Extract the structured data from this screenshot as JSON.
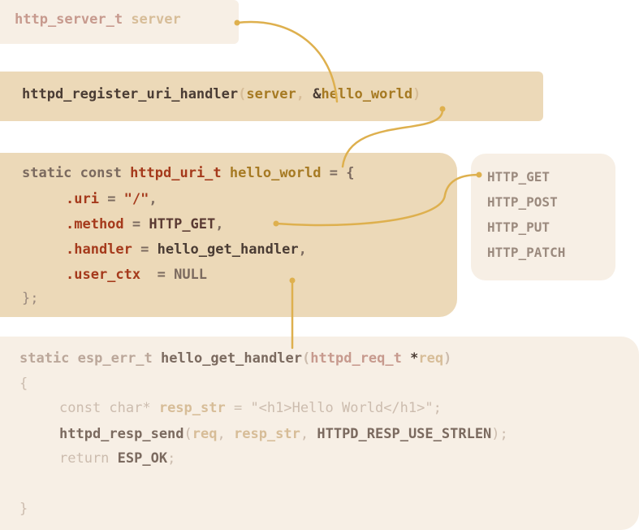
{
  "box1": {
    "type": "http_server_t",
    "name": "server"
  },
  "box2": {
    "func": "httpd_register_uri_handler",
    "open": "(",
    "arg1": "server",
    "sep": ", ",
    "amp": "&",
    "arg2": "hello_world",
    "close": ")"
  },
  "box3": {
    "kw": "static const ",
    "type": "httpd_uri_t",
    "name": "hello_world",
    "assign": " = {",
    "uri_key": ".uri",
    "uri_eq": " = ",
    "uri_val": "\"/\"",
    "uri_comma": ",",
    "method_key": ".method",
    "method_eq": " = ",
    "method_val": "HTTP_GET",
    "method_comma": ",",
    "handler_key": ".handler",
    "handler_eq": " = ",
    "handler_val": "hello_get_handler",
    "handler_comma": ",",
    "ctx_key": ".user_ctx",
    "ctx_eq": "  = ",
    "ctx_val": "NULL",
    "end": "};"
  },
  "methods": [
    "HTTP_GET",
    "HTTP_POST",
    "HTTP_PUT",
    "HTTP_PATCH"
  ],
  "box5": {
    "kw": "static ",
    "ret": "esp_err_t ",
    "fname": "hello_get_handler",
    "open": "(",
    "ptype": "httpd_req_t",
    "star": " *",
    "pname": "req",
    "close": ")",
    "brace_open": "{",
    "l1_kw": "const char* ",
    "l1_var": "resp_str",
    "l1_eq": " = ",
    "l1_str": "\"<h1>Hello World</h1>\"",
    "l1_semi": ";",
    "l2_fn": "httpd_resp_send",
    "l2_open": "(",
    "l2_a1": "req",
    "l2_sep1": ", ",
    "l2_a2": "resp_str",
    "l2_sep2": ", ",
    "l2_a3": "HTTPD_RESP_USE_STRLEN",
    "l2_close": ")",
    "l2_semi": ";",
    "l3_kw": "return ",
    "l3_val": "ESP_OK",
    "l3_semi": ";",
    "brace_close": "}"
  },
  "colors": {
    "connector": "#deb04e",
    "box_light": "#f7efe5",
    "box_dark": "#ecd9b8"
  }
}
